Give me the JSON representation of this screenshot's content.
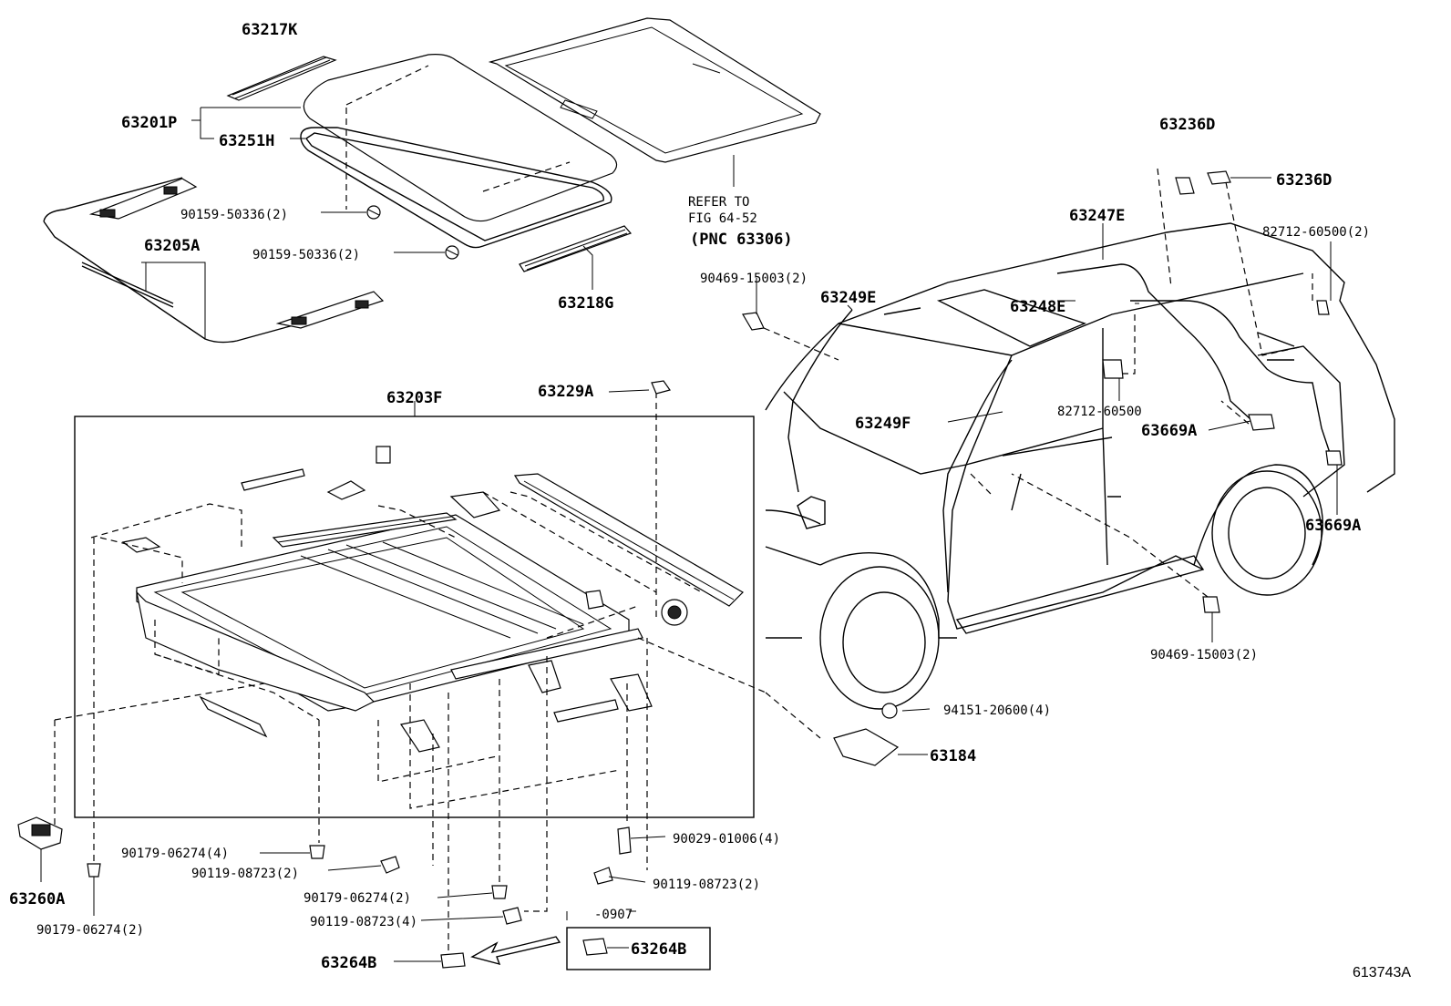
{
  "figure_number": "613743A",
  "callouts": {
    "p63217K": "63217K",
    "p63201P": "63201P",
    "p63251H": "63251H",
    "p90159_a": "90159-50336(2)",
    "p63205A": "63205A",
    "p90159_b": "90159-50336(2)",
    "p63218G": "63218G",
    "refer_line1": "REFER TO",
    "refer_line2": "FIG 64-52",
    "refer_line3": "(PNC 63306)",
    "p63203F": "63203F",
    "p63229A": "63229A",
    "p63236D_a": "63236D",
    "p63236D_b": "63236D",
    "p63247E": "63247E",
    "p82712_60500_2": "82712-60500(2)",
    "p90469_a": "90469-15003(2)",
    "p63249E": "63249E",
    "p63248E": "63248E",
    "p82712_60500": "82712-60500",
    "p63249F": "63249F",
    "p63669A_a": "63669A",
    "p63669A_b": "63669A",
    "p90469_b": "90469-15003(2)",
    "p94151": "94151-20600(4)",
    "p63184": "63184",
    "p90029": "90029-01006(4)",
    "p90119_c": "90119-08723(2)",
    "p90179_a": "90179-06274(4)",
    "p90119_a": "90119-08723(2)",
    "p90179_b": "90179-06274(2)",
    "p90119_b": "90119-08723(4)",
    "p63260A": "63260A",
    "p90179_c": "90179-06274(2)",
    "p63264B_a": "63264B",
    "p63264B_b": "63264B",
    "date_range": "-0907"
  }
}
